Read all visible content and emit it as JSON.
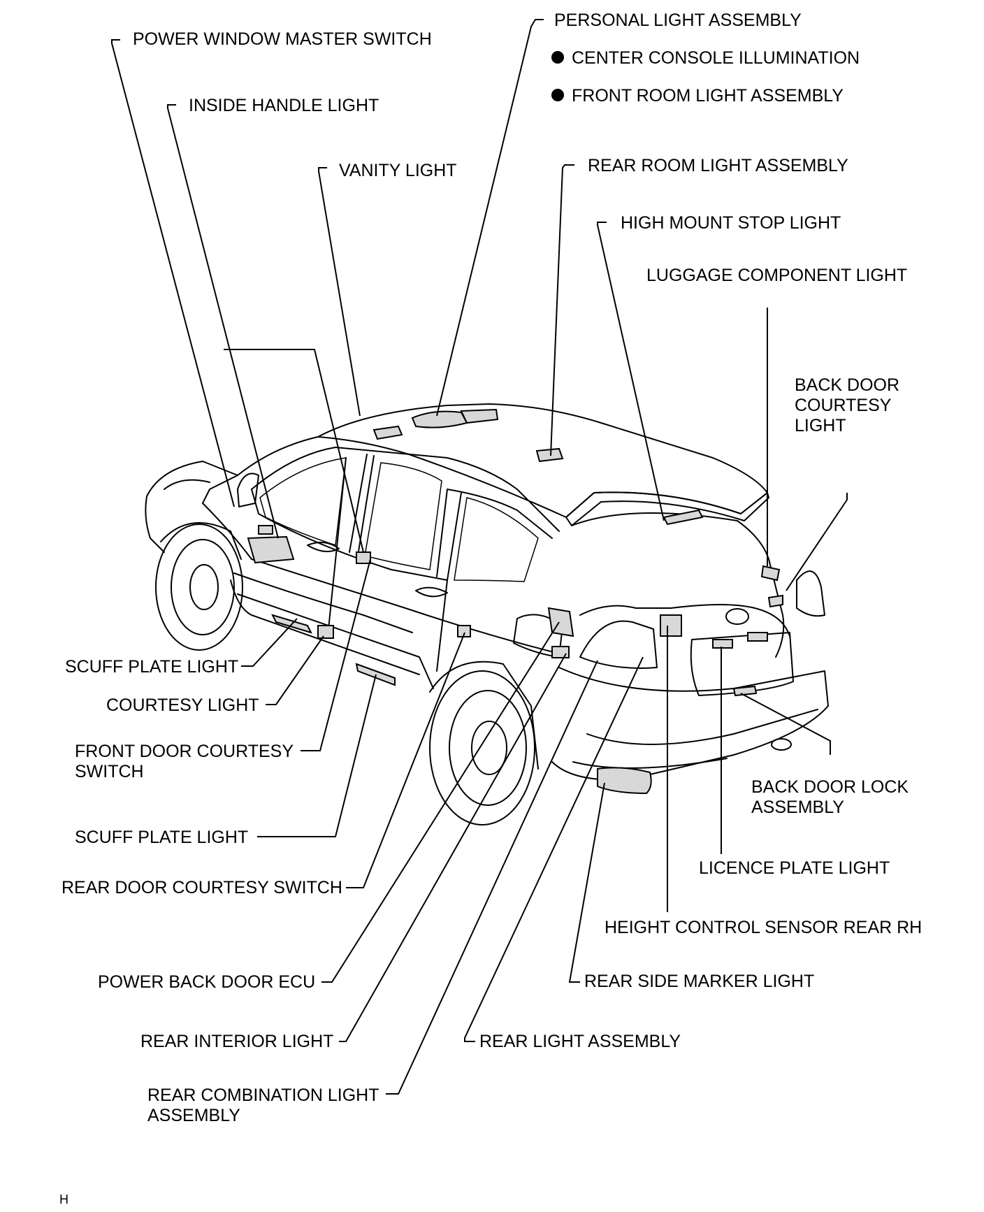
{
  "labels": {
    "personal_light": "PERSONAL LIGHT ASSEMBLY",
    "center_console": "CENTER CONSOLE ILLUMINATION",
    "front_room_light": "FRONT ROOM LIGHT ASSEMBLY",
    "power_window_master": "POWER WINDOW MASTER SWITCH",
    "inside_handle_light": "INSIDE HANDLE LIGHT",
    "vanity_light": "VANITY LIGHT",
    "rear_room_light": "REAR ROOM LIGHT ASSEMBLY",
    "high_mount_stop": "HIGH MOUNT STOP LIGHT",
    "luggage_component": "LUGGAGE COMPONENT LIGHT",
    "back_door_courtesy_1": "BACK DOOR",
    "back_door_courtesy_2": "COURTESY",
    "back_door_courtesy_3": "LIGHT",
    "scuff_plate_front": "SCUFF PLATE LIGHT",
    "courtesy_light": "COURTESY LIGHT",
    "front_door_switch_1": "FRONT DOOR COURTESY",
    "front_door_switch_2": "SWITCH",
    "back_door_lock_1": "BACK DOOR LOCK",
    "back_door_lock_2": "ASSEMBLY",
    "scuff_plate_rear": "SCUFF PLATE LIGHT",
    "licence_plate": "LICENCE PLATE LIGHT",
    "rear_door_switch": "REAR DOOR COURTESY SWITCH",
    "height_control": "HEIGHT CONTROL SENSOR REAR RH",
    "power_back_door_ecu": "POWER BACK DOOR ECU",
    "rear_side_marker": "REAR SIDE MARKER LIGHT",
    "rear_interior": "REAR INTERIOR LIGHT",
    "rear_light_assy": "REAR LIGHT ASSEMBLY",
    "rear_combination_1": "REAR COMBINATION LIGHT",
    "rear_combination_2": "ASSEMBLY",
    "corner_code": "H"
  }
}
